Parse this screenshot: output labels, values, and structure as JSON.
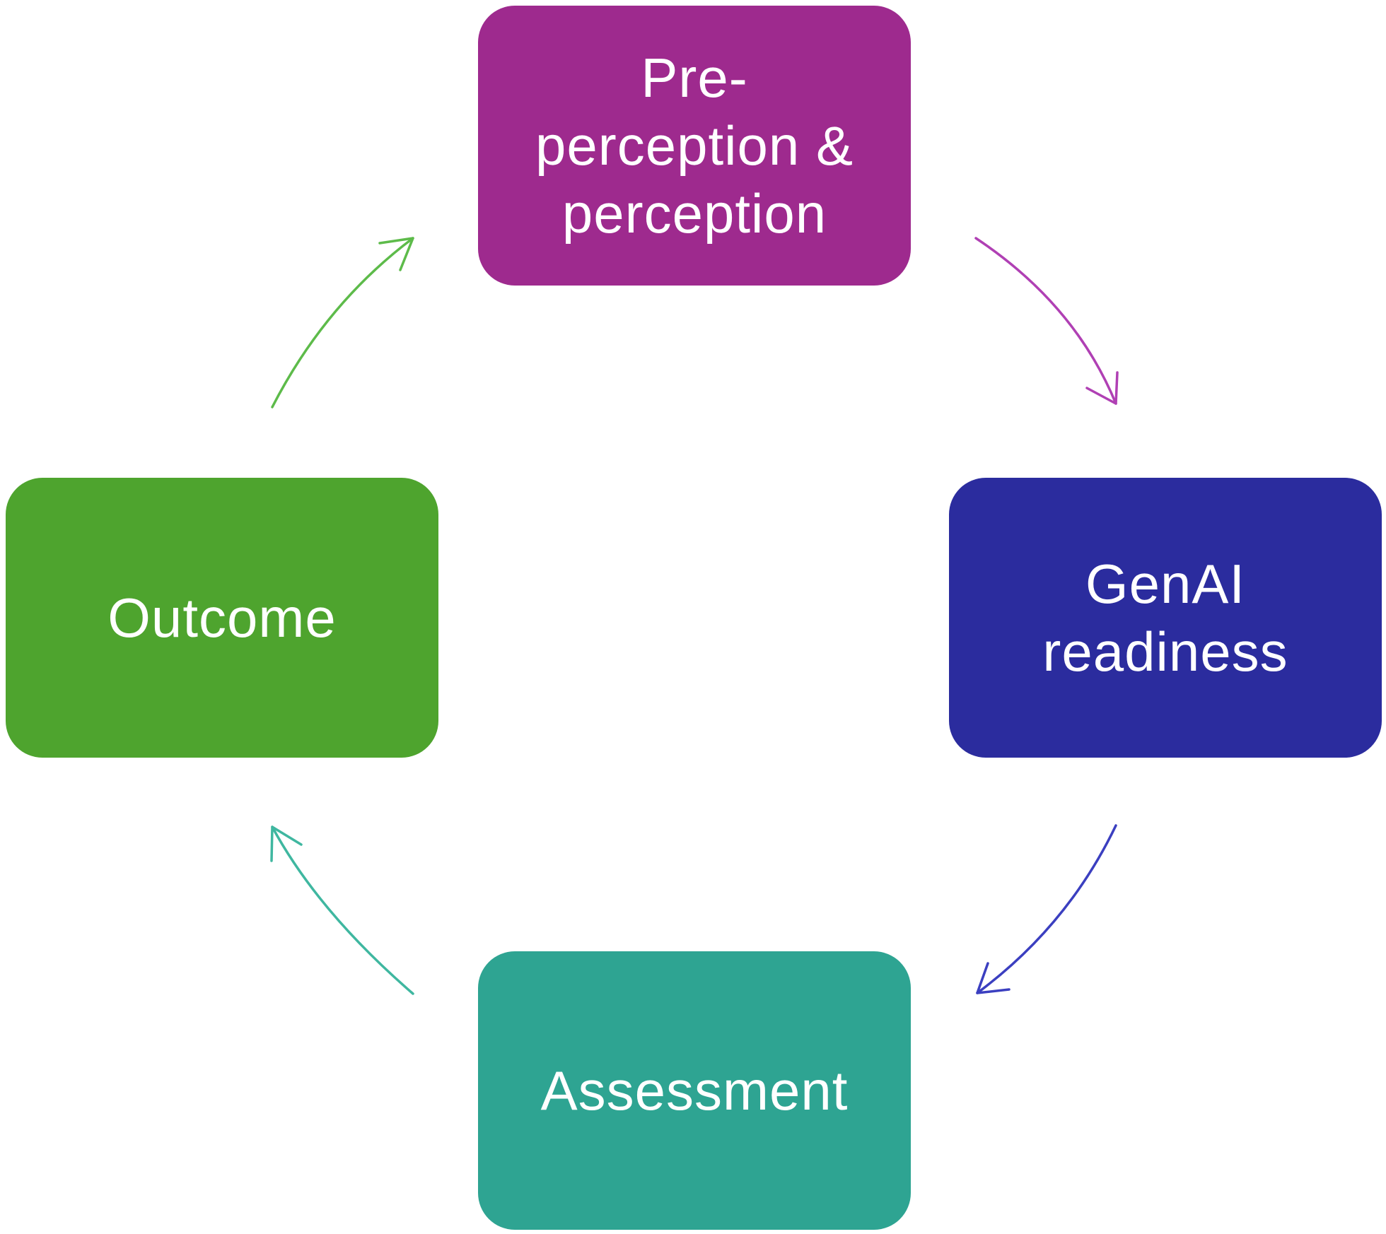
{
  "diagram": {
    "type": "cycle",
    "nodes": [
      {
        "id": "top",
        "label": "Pre-\nperception &\nperception",
        "color": "#9e2a8e"
      },
      {
        "id": "right",
        "label": "GenAI\nreadiness",
        "color": "#2b2c9e"
      },
      {
        "id": "bottom",
        "label": "Assessment",
        "color": "#2ea492"
      },
      {
        "id": "left",
        "label": "Outcome",
        "color": "#4ea42e"
      }
    ],
    "edges": [
      {
        "from": "top",
        "to": "right",
        "color": "#b040b4"
      },
      {
        "from": "right",
        "to": "bottom",
        "color": "#3b3fc0"
      },
      {
        "from": "bottom",
        "to": "left",
        "color": "#3fb7a0"
      },
      {
        "from": "left",
        "to": "top",
        "color": "#5dbb4a"
      }
    ]
  }
}
